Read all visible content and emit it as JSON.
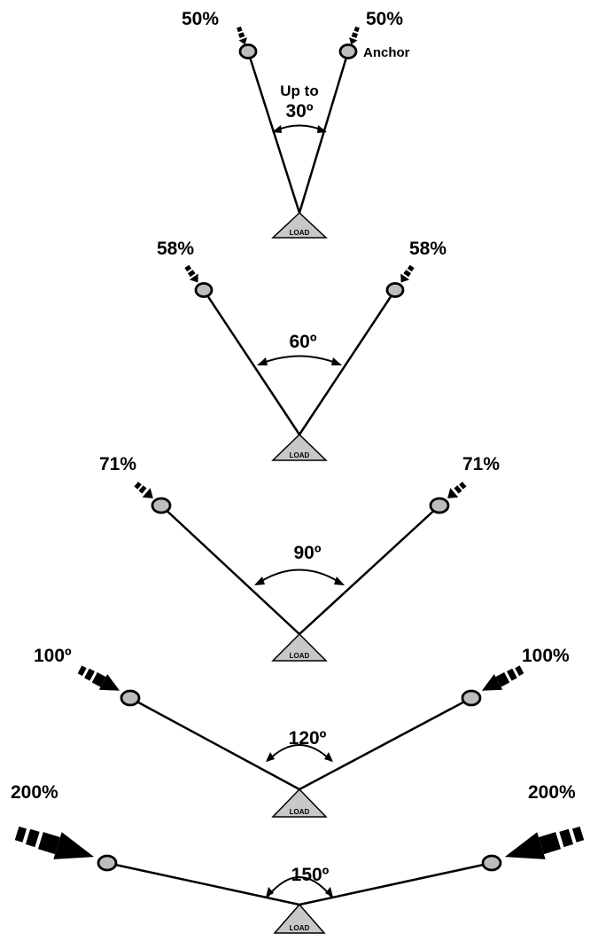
{
  "anchor_label": "Anchor",
  "load_label": "LOAD",
  "configurations": [
    {
      "left_load": "50%",
      "right_load": "50%",
      "angle_prefix": "Up to",
      "angle_label": "30º"
    },
    {
      "left_load": "58%",
      "right_load": "58%",
      "angle_label": "60º"
    },
    {
      "left_load": "71%",
      "right_load": "71%",
      "angle_label": "90º"
    },
    {
      "left_load": "100º",
      "right_load": "100%",
      "angle_label": "120º"
    },
    {
      "left_load": "200%",
      "right_load": "200%",
      "angle_label": "150º"
    }
  ],
  "colors": {
    "anchor_fill": "#bdbdbd",
    "load_fill": "#c8c8c8",
    "line": "#000000"
  }
}
